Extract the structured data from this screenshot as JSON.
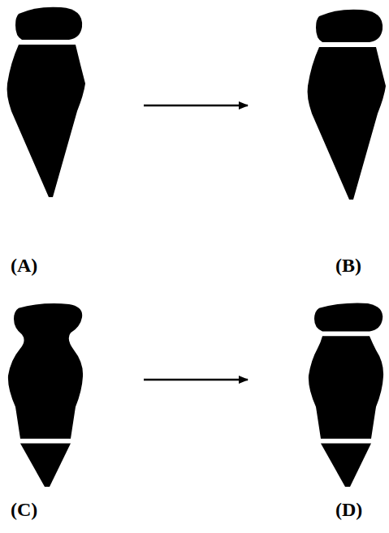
{
  "diagram": {
    "nodes": [
      {
        "text": [
          "(A)"
        ]
      },
      {
        "text": [
          "(B)"
        ]
      },
      {
        "text": [
          "(C)"
        ]
      },
      {
        "text": [
          "(D)"
        ]
      }
    ],
    "edges": [
      {
        "from": 0,
        "to": 1,
        "arrow": "to"
      },
      {
        "from": 2,
        "to": 3,
        "arrow": "to"
      }
    ]
  }
}
